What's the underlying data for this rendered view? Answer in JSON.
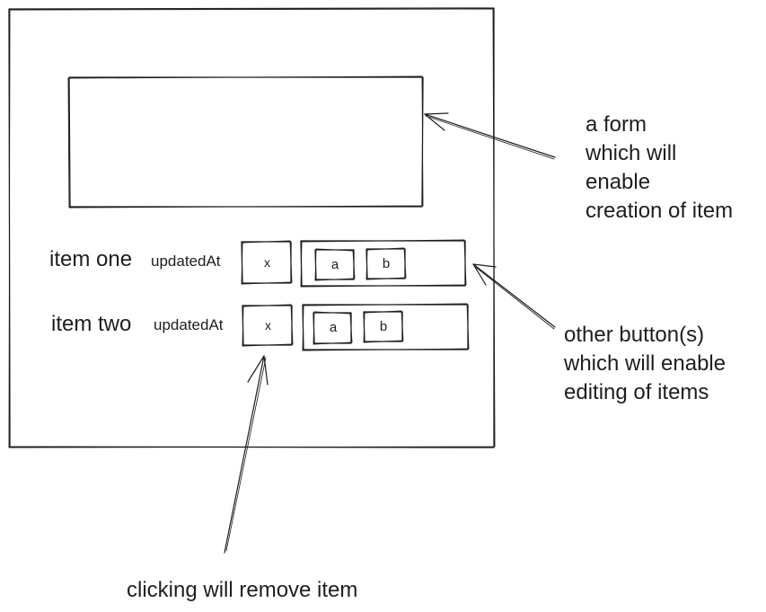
{
  "mockup": {
    "items": [
      {
        "name": "item one",
        "updated_label": "updatedAt",
        "remove_label": "x",
        "edit_buttons": [
          "a",
          "b"
        ]
      },
      {
        "name": "item two",
        "updated_label": "updatedAt",
        "remove_label": "x",
        "edit_buttons": [
          "a",
          "b"
        ]
      }
    ]
  },
  "annotations": {
    "form_note": [
      "a form",
      "which will",
      "enable",
      "creation of item"
    ],
    "edit_note": [
      "other button(s)",
      "which will enable",
      "editing of items"
    ],
    "remove_note": "clicking will remove item"
  }
}
